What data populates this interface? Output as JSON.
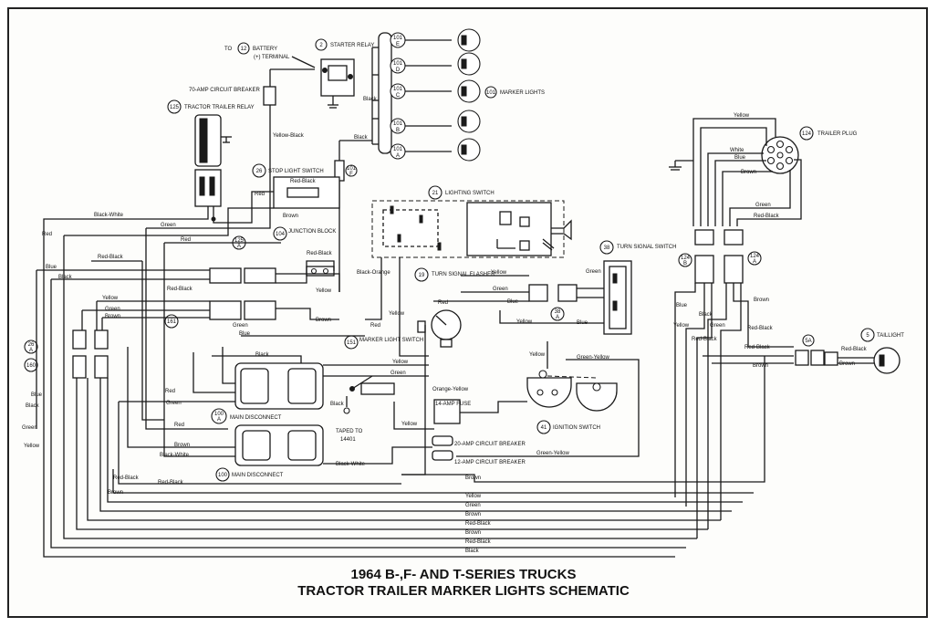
{
  "title": {
    "line1": "1964 B-,F- AND T-SERIES TRUCKS",
    "line2": "TRACTOR TRAILER  MARKER LIGHTS SCHEMATIC"
  },
  "components": {
    "battery": {
      "num": "12",
      "prefix": "TO",
      "label": "BATTERY",
      "sub": "(+) TERMINAL"
    },
    "starter_relay": {
      "num": "2",
      "label": "STARTER RELAY"
    },
    "breaker70": {
      "label": "70-AMP CIRCUIT BREAKER"
    },
    "tractor_trailer_relay": {
      "num": "125",
      "label": "TRACTOR TRAILER RELAY"
    },
    "marker_lights": {
      "num": "101",
      "label": "MARKER LIGHTS"
    },
    "marker_units": [
      {
        "num": "101",
        "sub": "E"
      },
      {
        "num": "101",
        "sub": "D"
      },
      {
        "num": "101",
        "sub": "C"
      },
      {
        "num": "101",
        "sub": "B"
      },
      {
        "num": "101",
        "sub": "A"
      }
    ],
    "trailer_plug": {
      "num": "124",
      "label": "TRAILER PLUG"
    },
    "stop_light_switch": {
      "num": "26",
      "label": "STOP LIGHT SWITCH"
    },
    "lighting_switch": {
      "num": "21",
      "label": "LIGHTING SWITCH"
    },
    "junction_block": {
      "num": "104",
      "label": "JUNCTION BLOCK"
    },
    "turn_signal_switch": {
      "num": "38",
      "label": "TURN SIGNAL SWITCH"
    },
    "turn_signal_flasher": {
      "num": "19",
      "label": "TURN SIGNAL FLASHER"
    },
    "marker_light_switch": {
      "num": "151",
      "label": "MARKER LIGHT SWITCH"
    },
    "main_disconnect_a": {
      "num": "100",
      "sub": "A",
      "label": "MAIN DISCONNECT"
    },
    "main_disconnect_b": {
      "num": "100",
      "label": "MAIN DISCONNECT"
    },
    "taped": {
      "label": "TAPED TO",
      "sub": "14401"
    },
    "fuse14": {
      "label": "14-AMP FUSE"
    },
    "breaker20": {
      "label": "20-AMP CIRCUIT BREAKER"
    },
    "breaker12": {
      "label": "12-AMP CIRCUIT BREAKER"
    },
    "ignition_switch": {
      "num": "41",
      "label": "IGNITION SWITCH"
    },
    "taillight": {
      "num": "5",
      "label": "TAILLIGHT"
    },
    "conn_101f": {
      "num": "101",
      "sub": "F"
    },
    "conn_125a": {
      "num": "125",
      "sub": "A"
    },
    "conn_161": {
      "num": "161"
    },
    "conn_26a": {
      "num": "26",
      "sub": "A"
    },
    "conn_160": {
      "num": "160"
    },
    "conn_38a": {
      "num": "38",
      "sub": "A"
    },
    "conn_124b": {
      "num": "124",
      "sub": "B"
    },
    "conn_124a": {
      "num": "124",
      "sub": "A"
    },
    "conn_5a": {
      "num": "5A"
    }
  },
  "wire_labels": {
    "black": "Black",
    "yellow_black": "Yellow-Black",
    "black_white": "Black-White",
    "green": "Green",
    "red": "Red",
    "brown": "Brown",
    "red_black": "Red-Black",
    "red_dash_black": "Red-Black",
    "blue": "Blue",
    "yellow": "Yellow",
    "white": "White",
    "black_orange": "Black-Orange",
    "orange_yellow": "Orange-Yellow",
    "green_yellow": "Green-Yellow",
    "grey": "Green",
    "redblack_tail": "Red-Black",
    "brown_tail": "Brown"
  }
}
